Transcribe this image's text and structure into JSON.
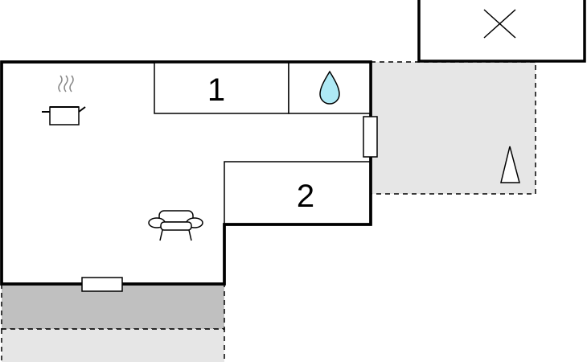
{
  "floorplan": {
    "rooms": [
      {
        "id": "bedroom-1",
        "label": "1"
      },
      {
        "id": "bedroom-2",
        "label": "2"
      }
    ],
    "icons": [
      "kitchen-pot-icon",
      "water-drop-icon",
      "sofa-icon",
      "cross-mark-icon",
      "north-arrow-icon"
    ],
    "colors": {
      "wall": "#000000",
      "terrace": "#e6e6e6",
      "covered_terrace": "#c0c0c0",
      "water": "#aee9f5",
      "steam": "#888888"
    }
  }
}
